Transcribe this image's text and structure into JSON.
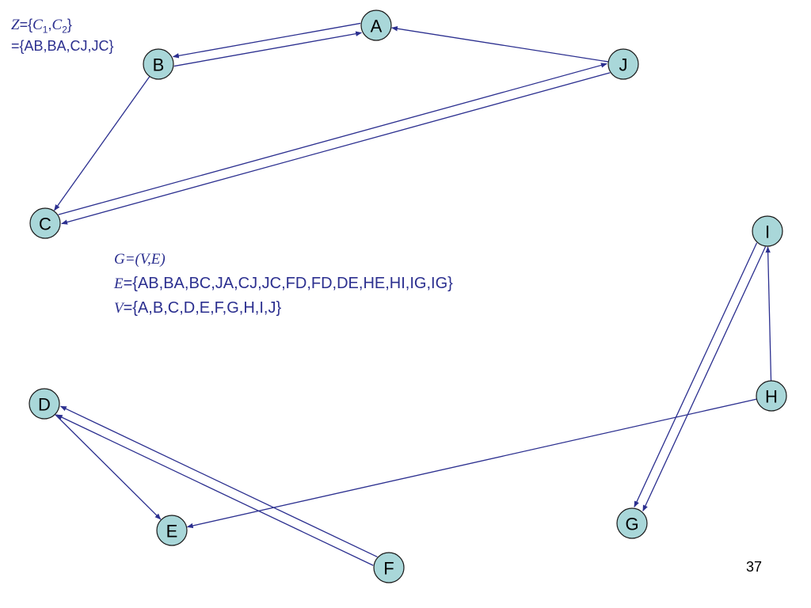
{
  "colors": {
    "edge": "#2b2f8f",
    "node_fill": "#a9d7d9",
    "node_stroke": "#1a1a1a",
    "text": "#2b2f8f"
  },
  "nodes": [
    "A",
    "B",
    "C",
    "D",
    "E",
    "F",
    "G",
    "H",
    "I",
    "J"
  ],
  "edges": [
    {
      "from": "B",
      "to": "A"
    },
    {
      "from": "A",
      "to": "B"
    },
    {
      "from": "B",
      "to": "C"
    },
    {
      "from": "J",
      "to": "A"
    },
    {
      "from": "C",
      "to": "J"
    },
    {
      "from": "J",
      "to": "C"
    },
    {
      "from": "F",
      "to": "D"
    },
    {
      "from": "F",
      "to": "D"
    },
    {
      "from": "D",
      "to": "E"
    },
    {
      "from": "H",
      "to": "E"
    },
    {
      "from": "H",
      "to": "I"
    },
    {
      "from": "I",
      "to": "G"
    },
    {
      "from": "I",
      "to": "G"
    }
  ],
  "z_formula": {
    "line1_var": "Z",
    "line1_open": "={",
    "c1_base": "C",
    "c1_sub": "1",
    "comma": ",",
    "c2_base": "C",
    "c2_sub": "2",
    "line1_close": "}",
    "line2": "={AB,BA,CJ,JC}"
  },
  "graph_formula": {
    "g_line": "G=(V,E)",
    "e_var": "E",
    "e_value": "={AB,BA,BC,JA,CJ,JC,FD,FD,DE,HE,HI,IG,IG}",
    "v_var": "V",
    "v_value": "={A,B,C,D,E,F,G,H,I,J}"
  },
  "slide_number": "37"
}
